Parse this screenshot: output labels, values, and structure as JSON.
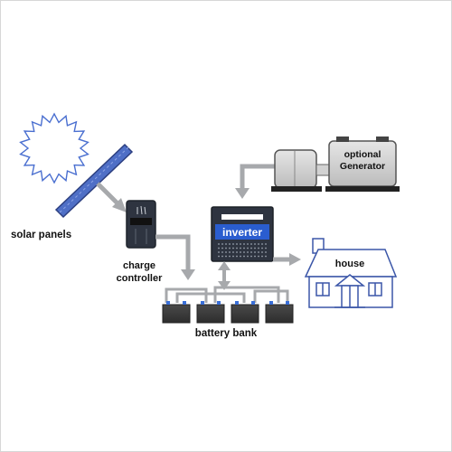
{
  "labels": {
    "solar_panels": "solar panels",
    "charge_controller_line1": "charge",
    "charge_controller_line2": "controller",
    "inverter": "inverter",
    "generator_line1": "optional",
    "generator_line2": "Generator",
    "house": "house",
    "battery_bank": "battery bank"
  },
  "colors": {
    "wire": "#a7a9ac",
    "panel_blue": "#4f6fc6",
    "sun_outline": "#4a6fd0",
    "inverter_dark": "#2e3440",
    "inverter_blue": "#2a5dcf",
    "house_outline": "#3b56a8",
    "battery_dark": "#3f3f3f",
    "terminal_blue": "#3a6fd8"
  },
  "icons": [
    "sun-icon",
    "solar-panel-icon",
    "charge-controller-icon",
    "inverter-icon",
    "generator-icon",
    "house-icon",
    "battery-icon"
  ]
}
